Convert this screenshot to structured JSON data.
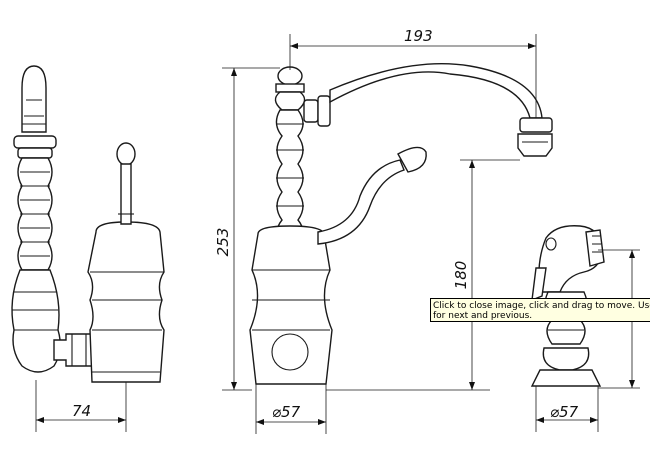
{
  "dimensions": {
    "spout_reach": "193",
    "height": "253",
    "spout_clearance": "180",
    "side_offset": "74",
    "base_diameter_faucet": "⌀57",
    "base_diameter_sprayer": "⌀57"
  },
  "tooltip": {
    "line1": "Click to close image, click and drag to move. Use arrow k",
    "line2": "for next and previous."
  }
}
